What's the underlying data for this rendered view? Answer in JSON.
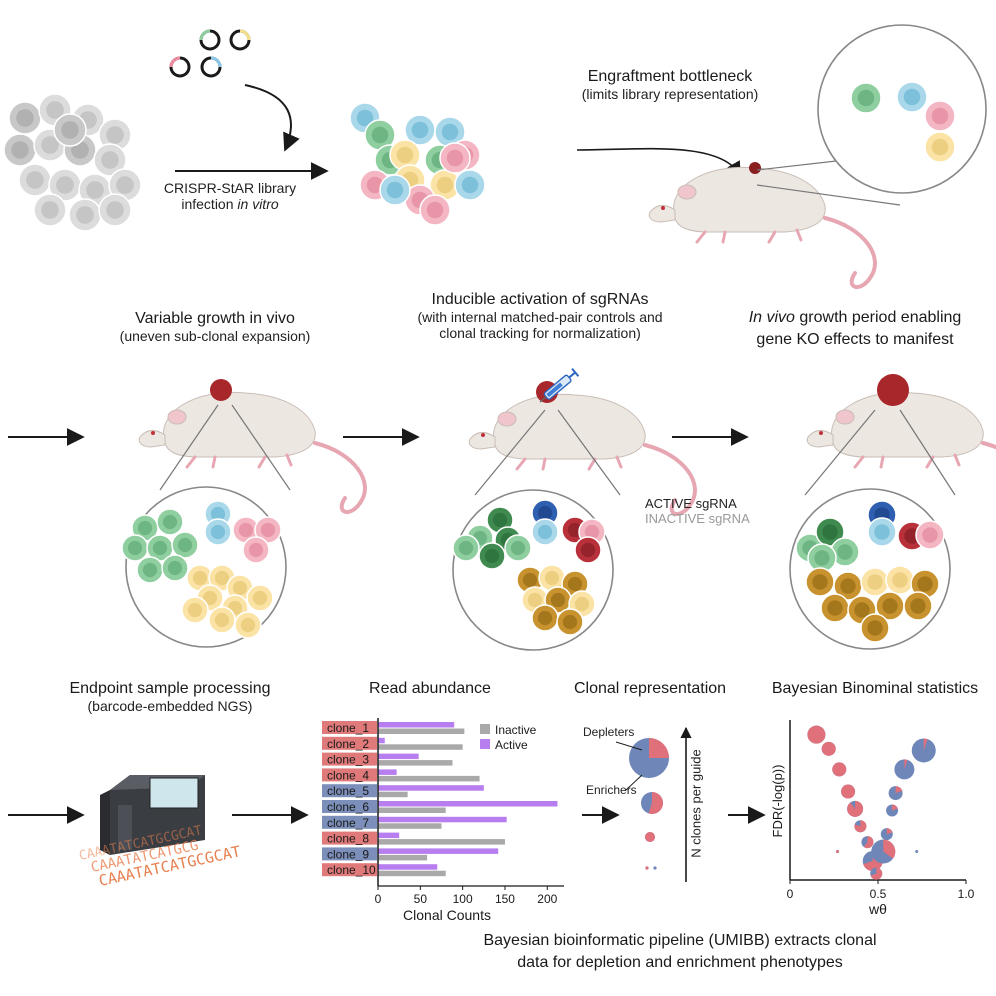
{
  "steps": {
    "infection": {
      "line1": "CRISPR-StAR library",
      "line2_prefix": "infection ",
      "line2_italic": "in vitro"
    },
    "engraftment": {
      "title": "Engraftment bottleneck",
      "subtitle": "(limits library representation)"
    },
    "variable_growth": {
      "title": "Variable growth in vivo",
      "subtitle": "(uneven sub-clonal expansion)"
    },
    "activation": {
      "title": "Inducible activation of sgRNAs",
      "subtitle1": "(with internal matched-pair controls and",
      "subtitle2": "clonal tracking for normalization)"
    },
    "growth_period": {
      "title_italic": "In vivo",
      "title_rest": " growth period enabling",
      "line2": "gene KO effects to manifest"
    },
    "endpoint": {
      "title": "Endpoint sample processing",
      "subtitle": "(barcode-embedded NGS)"
    }
  },
  "sgrna_legend": {
    "active": "ACTIVE sgRNA",
    "inactive": "INACTIVE sgRNA"
  },
  "dna_text": [
    "CAAATATCATGCGCAT",
    "CAAATATCATGCG",
    "CAAATATCATGCGCAT"
  ],
  "read_abundance": {
    "title": "Read abundance",
    "legend": {
      "inactive": "Inactive",
      "active": "Active"
    }
  },
  "clonal_representation": {
    "title": "Clonal representation",
    "depleters": "Depleters",
    "enrichers": "Enrichers",
    "axis_label": "N clones per guide"
  },
  "bayesian": {
    "title": "Bayesian Binominal statistics"
  },
  "footer": {
    "line1": "Bayesian bioinformatic pipeline (UMIBB) extracts clonal",
    "line2": "data for depletion and enrichment phenotypes"
  },
  "colors": {
    "green": "#8fcf9f",
    "blue": "#a8d8ea",
    "pink": "#f4b6c2",
    "yellow": "#fbe3a6",
    "active_bar": "#b77ef0",
    "inactive_bar": "#a9a9a9",
    "clone_red": "#e07a7a",
    "clone_blue": "#7b8fba",
    "dot_red": "#e0707a",
    "dot_blue": "#6f86b8"
  },
  "chart_data": [
    {
      "type": "bar",
      "title": "Read abundance",
      "xlabel": "Clonal Counts",
      "xlim": [
        0,
        215
      ],
      "xticks": [
        0,
        50,
        100,
        150,
        200
      ],
      "categories": [
        "clone_1",
        "clone_2",
        "clone_3",
        "clone_4",
        "clone_5",
        "clone_6",
        "clone_7",
        "clone_8",
        "clone_9",
        "clone_10"
      ],
      "category_group": [
        "red",
        "red",
        "red",
        "red",
        "blue",
        "blue",
        "blue",
        "red",
        "blue",
        "red"
      ],
      "series": [
        {
          "name": "Active",
          "values": [
            90,
            8,
            48,
            22,
            125,
            212,
            152,
            25,
            142,
            70
          ]
        },
        {
          "name": "Inactive",
          "values": [
            102,
            100,
            88,
            120,
            35,
            80,
            75,
            150,
            58,
            80
          ]
        }
      ],
      "legend": "top-right"
    },
    {
      "type": "scatter",
      "title": "Bayesian Binominal statistics",
      "xlabel": "wθ",
      "ylabel": "FDR(-log(p))",
      "xlim": [
        0,
        1.0
      ],
      "xticks": [
        0,
        0.5,
        1.0
      ],
      "ylim": [
        0,
        10
      ],
      "points": [
        {
          "x": 0.15,
          "y": 9.2,
          "r": 9,
          "red": 1.0
        },
        {
          "x": 0.22,
          "y": 8.3,
          "r": 7,
          "red": 1.0
        },
        {
          "x": 0.28,
          "y": 7.0,
          "r": 7,
          "red": 1.0
        },
        {
          "x": 0.33,
          "y": 5.6,
          "r": 7,
          "red": 1.0
        },
        {
          "x": 0.37,
          "y": 4.5,
          "r": 8,
          "red": 0.9
        },
        {
          "x": 0.4,
          "y": 3.4,
          "r": 6,
          "red": 0.8
        },
        {
          "x": 0.44,
          "y": 2.4,
          "r": 6,
          "red": 0.6
        },
        {
          "x": 0.47,
          "y": 1.2,
          "r": 10,
          "red": 0.7
        },
        {
          "x": 0.49,
          "y": 0.4,
          "r": 6,
          "red": 0.7
        },
        {
          "x": 0.53,
          "y": 1.8,
          "r": 12,
          "red": 0.35
        },
        {
          "x": 0.55,
          "y": 2.9,
          "r": 6,
          "red": 0.2
        },
        {
          "x": 0.58,
          "y": 4.4,
          "r": 6,
          "red": 0.2
        },
        {
          "x": 0.6,
          "y": 5.5,
          "r": 7,
          "red": 0.2
        },
        {
          "x": 0.65,
          "y": 7.0,
          "r": 10,
          "red": 0.05
        },
        {
          "x": 0.76,
          "y": 8.2,
          "r": 12,
          "red": 0.05
        },
        {
          "x": 0.27,
          "y": 1.8,
          "r": 1.5,
          "red": 1.0
        },
        {
          "x": 0.72,
          "y": 1.8,
          "r": 1.5,
          "red": 0.0
        }
      ]
    }
  ]
}
